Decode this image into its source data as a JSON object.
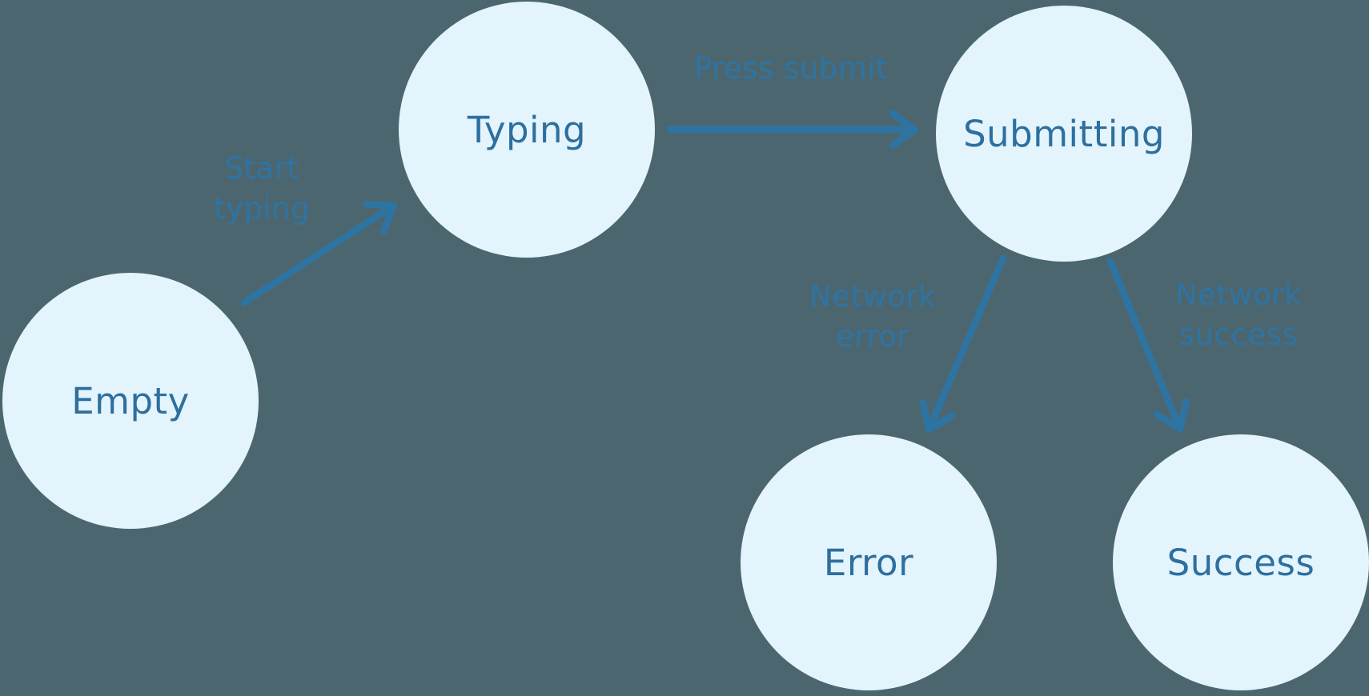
{
  "diagram": {
    "type": "state-machine",
    "colors": {
      "background": "#4c6670",
      "node_fill": "#e3f4fd",
      "node_text": "#2d6f9e",
      "edge_stroke": "#2e74a3",
      "edge_label_text": "#2e74a3"
    },
    "nodes": {
      "empty": {
        "label": "Empty"
      },
      "typing": {
        "label": "Typing"
      },
      "submitting": {
        "label": "Submitting"
      },
      "error": {
        "label": "Error"
      },
      "success": {
        "label": "Success"
      }
    },
    "edges": {
      "start_typing": {
        "from": "Empty",
        "to": "Typing",
        "lines": [
          "Start",
          "typing"
        ]
      },
      "press_submit": {
        "from": "Typing",
        "to": "Submitting",
        "lines": [
          "Press submit"
        ]
      },
      "network_error": {
        "from": "Submitting",
        "to": "Error",
        "lines": [
          "Network",
          "error"
        ]
      },
      "network_success": {
        "from": "Submitting",
        "to": "Success",
        "lines": [
          "Network",
          "success"
        ]
      }
    }
  }
}
